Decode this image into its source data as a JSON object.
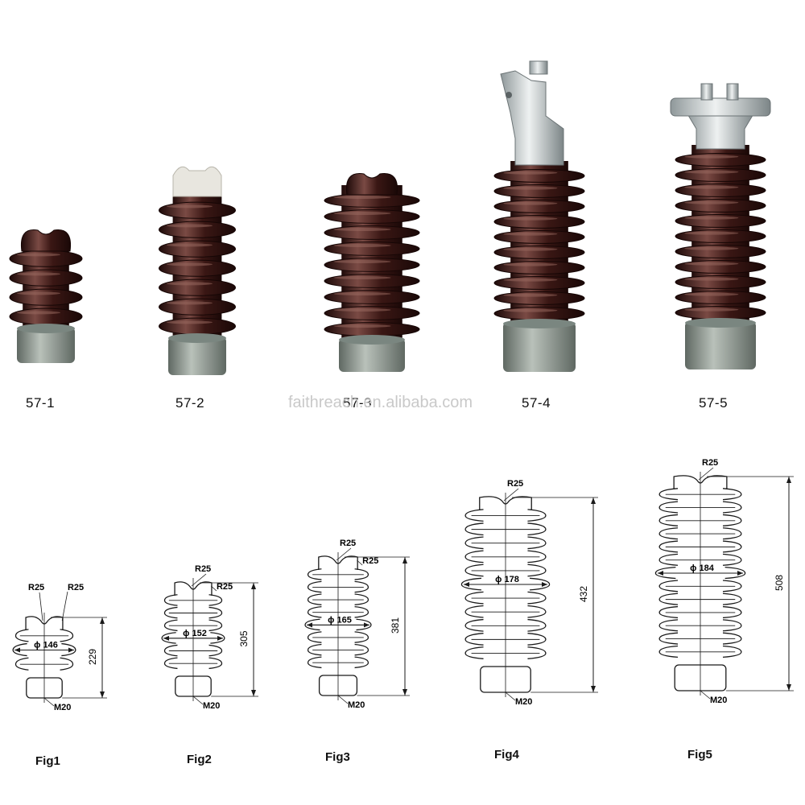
{
  "photo_row": {
    "labels": [
      "57-1",
      "57-2",
      "57-3",
      "57-4",
      "57-5"
    ],
    "colors": {
      "glaze": "#3a1714",
      "glaze_hi": "#7a4a44",
      "base": "#9aa39c",
      "base_dark": "#5f6862",
      "fitting": "#c9cfd0",
      "top_white": "#e8e6df"
    }
  },
  "watermark": "faithreach.en.alibaba.com",
  "drawings": [
    {
      "fig": "Fig1",
      "diameter": "ϕ 146",
      "height": "229",
      "radius_top": "R25",
      "radius_side": "R25",
      "thread": "M20"
    },
    {
      "fig": "Fig2",
      "diameter": "ϕ 152",
      "height": "305",
      "radius_top": "R25",
      "radius_side": "R25",
      "thread": "M20"
    },
    {
      "fig": "Fig3",
      "diameter": "ϕ 165",
      "height": "381",
      "radius_top": "R25",
      "radius_side": "R25",
      "thread": "M20"
    },
    {
      "fig": "Fig4",
      "diameter": "ϕ 178",
      "height": "432",
      "radius_top": "R25",
      "thread": "M20"
    },
    {
      "fig": "Fig5",
      "diameter": "ϕ 184",
      "height": "508",
      "radius_top": "R25",
      "thread": "M20"
    }
  ]
}
